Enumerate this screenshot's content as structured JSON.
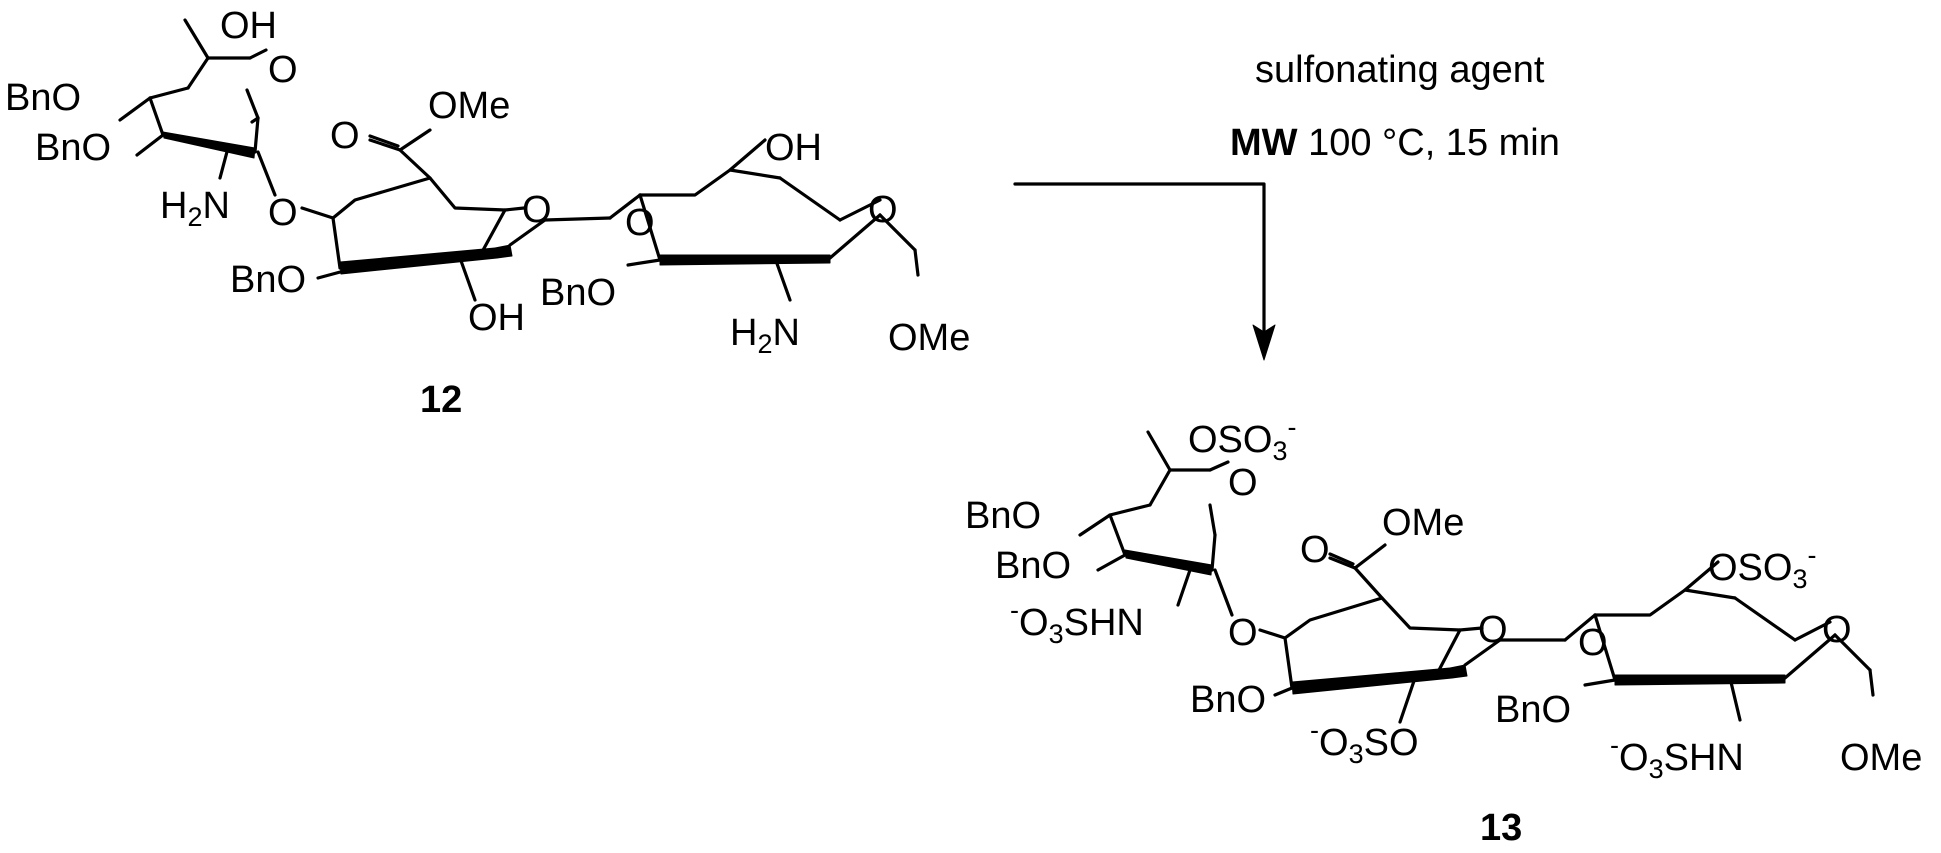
{
  "reaction": {
    "conditions": {
      "line1": "sulfonating agent",
      "mw_label": "MW",
      "line2": "100 °C, 15 min"
    },
    "starting_material": {
      "id": "12",
      "labels": {
        "oh_top": "OH",
        "bno_a": "BnO",
        "bno_b": "BnO",
        "h2n_a": "H",
        "o_link1": "O",
        "o_ring1": "O",
        "co_o": "O",
        "ome_ester": "OMe",
        "o_ring2": "O",
        "bno_c": "BnO",
        "oh_mid": "OH",
        "o_link2": "O",
        "oh_top3": "OH",
        "o_ring3": "O",
        "bno_d": "BnO",
        "h2n_b": "H",
        "ome_anomeric": "OMe"
      }
    },
    "product": {
      "id": "13",
      "labels": {
        "oso3_a": "OSO",
        "bno_a": "BnO",
        "bno_b": "BnO",
        "o3shn_a": "O",
        "o_ring1": "O",
        "o_link1": "O",
        "co_o": "O",
        "ome_ester": "OMe",
        "o_ring2": "O",
        "bno_c": "BnO",
        "o3so": "O",
        "o_link2": "O",
        "oso3_b": "OSO",
        "o_ring3": "O",
        "bno_d": "BnO",
        "o3shn_b": "O",
        "ome_anomeric": "OMe"
      }
    }
  }
}
